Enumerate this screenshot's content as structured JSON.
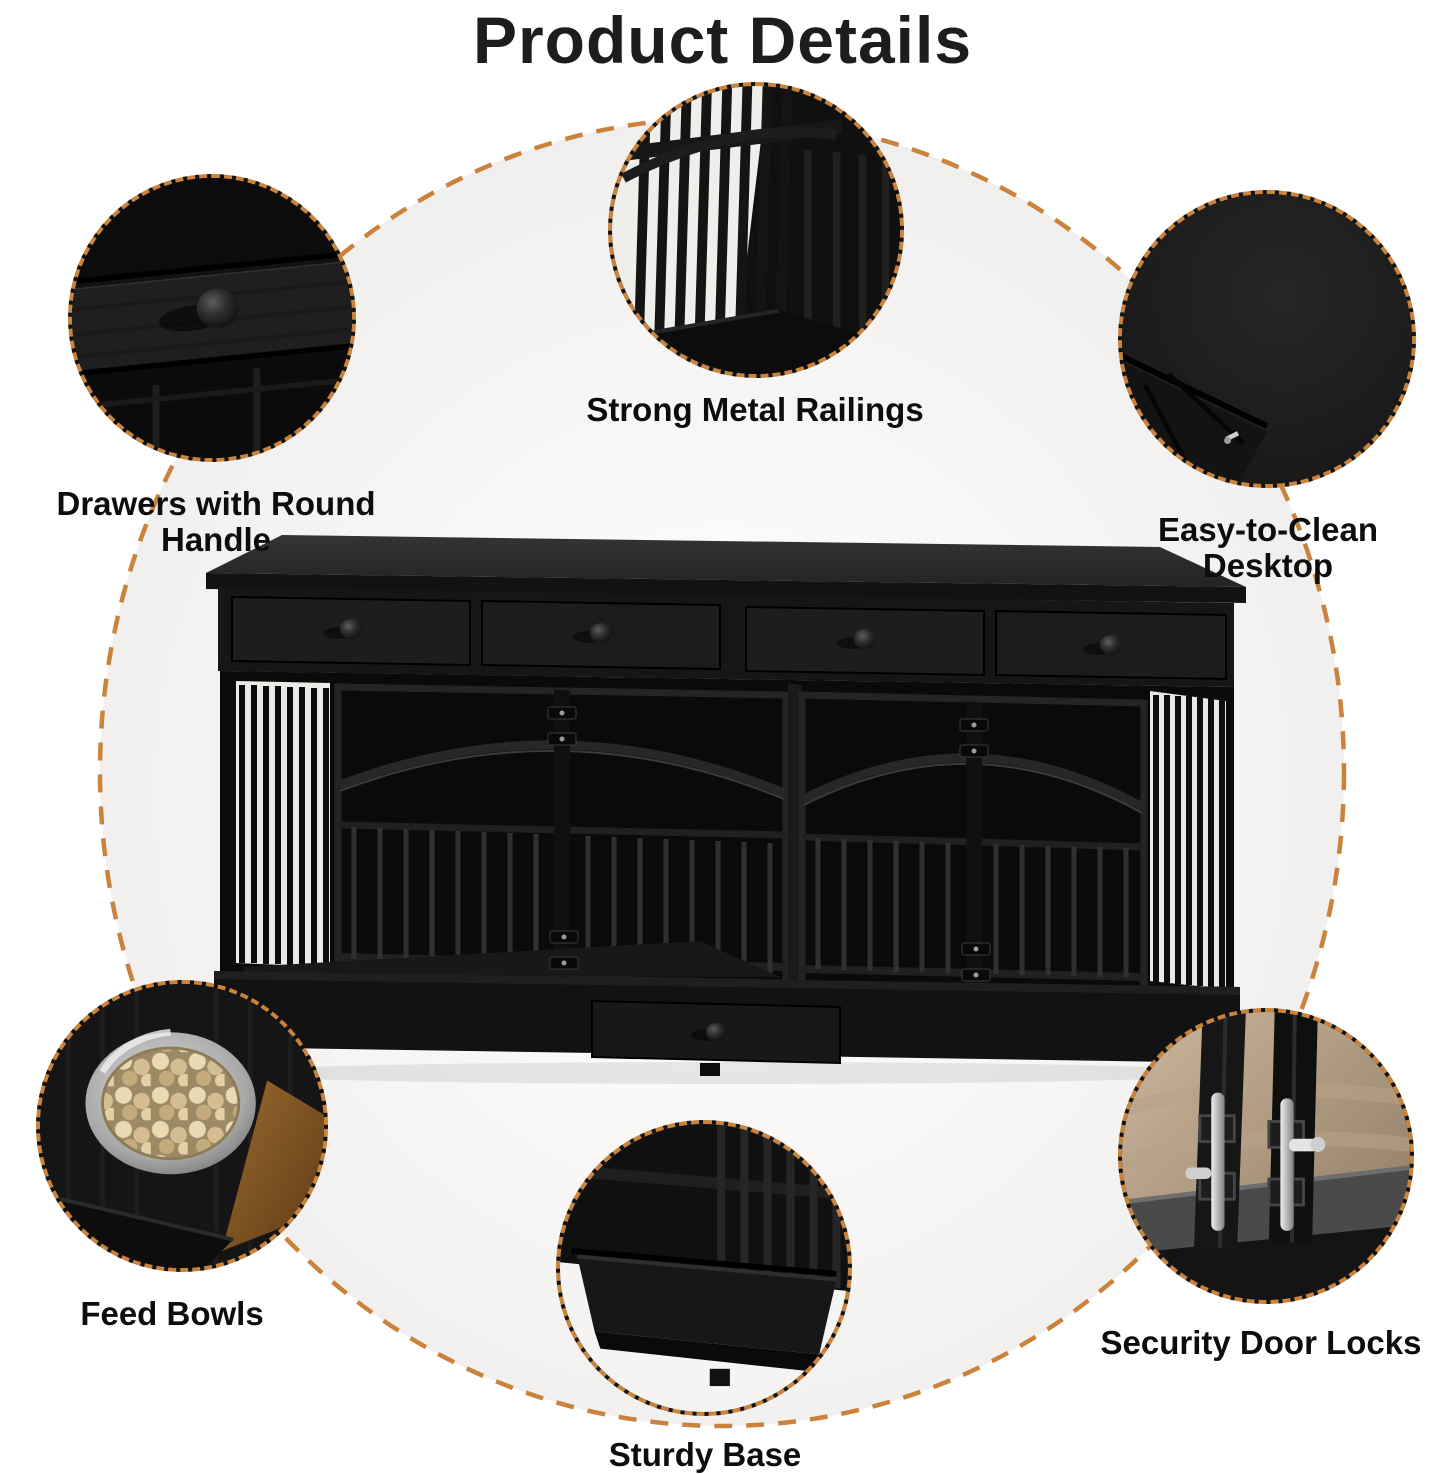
{
  "title": "Product Details",
  "theme": {
    "accent": "#C9833C",
    "label_color": "#0d0d0d",
    "circle_fill": "#F2F1EE",
    "product_color": "black"
  },
  "center_image": "dog-crate-furniture",
  "callouts": [
    {
      "id": "drawer-handle",
      "label": "Drawers with Round Handle",
      "image": "drawer-round-handle-photo"
    },
    {
      "id": "metal-railings",
      "label": "Strong Metal Railings",
      "image": "metal-railings-photo"
    },
    {
      "id": "desktop",
      "label": "Easy-to-Clean Desktop",
      "image": "desktop-corner-photo"
    },
    {
      "id": "feed-bowls",
      "label": "Feed Bowls",
      "image": "feed-bowl-photo"
    },
    {
      "id": "sturdy-base",
      "label": "Sturdy Base",
      "image": "crate-base-photo"
    },
    {
      "id": "door-locks",
      "label": "Security Door Locks",
      "image": "security-lock-photo"
    }
  ]
}
